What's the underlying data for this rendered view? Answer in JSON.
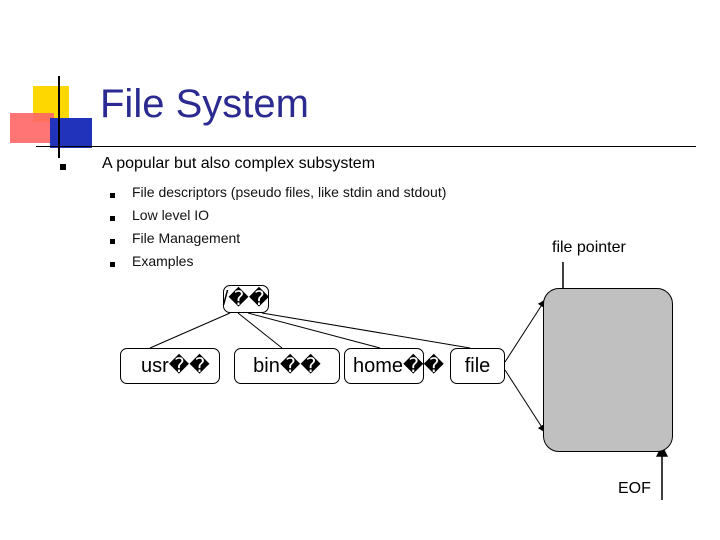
{
  "slide": {
    "title": "File System",
    "bullet": "A popular but also complex subsystem",
    "sub_bullets": [
      "File descriptors (pseudo files, like stdin and stdout)",
      "Low level IO",
      "File Management",
      "Examples"
    ]
  },
  "tree": {
    "root": "/��",
    "children": [
      "usr��",
      "bin��",
      "home��",
      "file"
    ]
  },
  "file_diagram": {
    "pointer_label": "file pointer",
    "eof_label": "EOF"
  }
}
